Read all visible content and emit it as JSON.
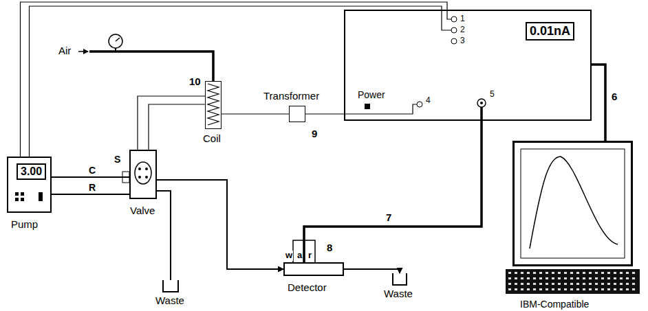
{
  "diagram": {
    "nodes": [
      {
        "text": [
          "3.00",
          "Pump"
        ]
      },
      {
        "text": [
          "Valve"
        ]
      },
      {
        "text": [
          "Coil"
        ]
      },
      {
        "text": [
          "Transformer"
        ]
      },
      {
        "text": [
          "0.01nA",
          "Power"
        ]
      },
      {
        "text": [
          "Detector"
        ]
      },
      {
        "text": [
          "Waste"
        ]
      },
      {
        "text": [
          "Waste"
        ]
      },
      {
        "text": [
          "IBM-Compatible"
        ]
      }
    ],
    "edges": [
      {
        "from": 0,
        "to": 1,
        "arrow": "none",
        "label": "C"
      },
      {
        "from": 0,
        "to": 1,
        "arrow": "none",
        "label": "R"
      },
      {
        "from": 1,
        "to": 6,
        "arrow": "none"
      },
      {
        "from": 1,
        "to": 5,
        "arrow": "to"
      },
      {
        "from": 5,
        "to": 7,
        "arrow": "to"
      },
      {
        "from": 0,
        "to": 4,
        "arrow": "none"
      },
      {
        "from": 0,
        "to": 4,
        "arrow": "none"
      },
      {
        "from": 1,
        "to": 2,
        "arrow": "none"
      },
      {
        "from": 1,
        "to": 2,
        "arrow": "none"
      },
      {
        "from": 2,
        "to": 3,
        "arrow": "none"
      },
      {
        "from": 3,
        "to": 4,
        "arrow": "none"
      },
      {
        "from": 5,
        "to": 4,
        "arrow": "none"
      },
      {
        "from": 4,
        "to": 8,
        "arrow": "none"
      }
    ],
    "labels": [
      "Air",
      "10",
      "9",
      "8",
      "7",
      "6",
      "S",
      "w",
      "a",
      "r",
      "1",
      "2",
      "3",
      "4",
      "5"
    ]
  }
}
